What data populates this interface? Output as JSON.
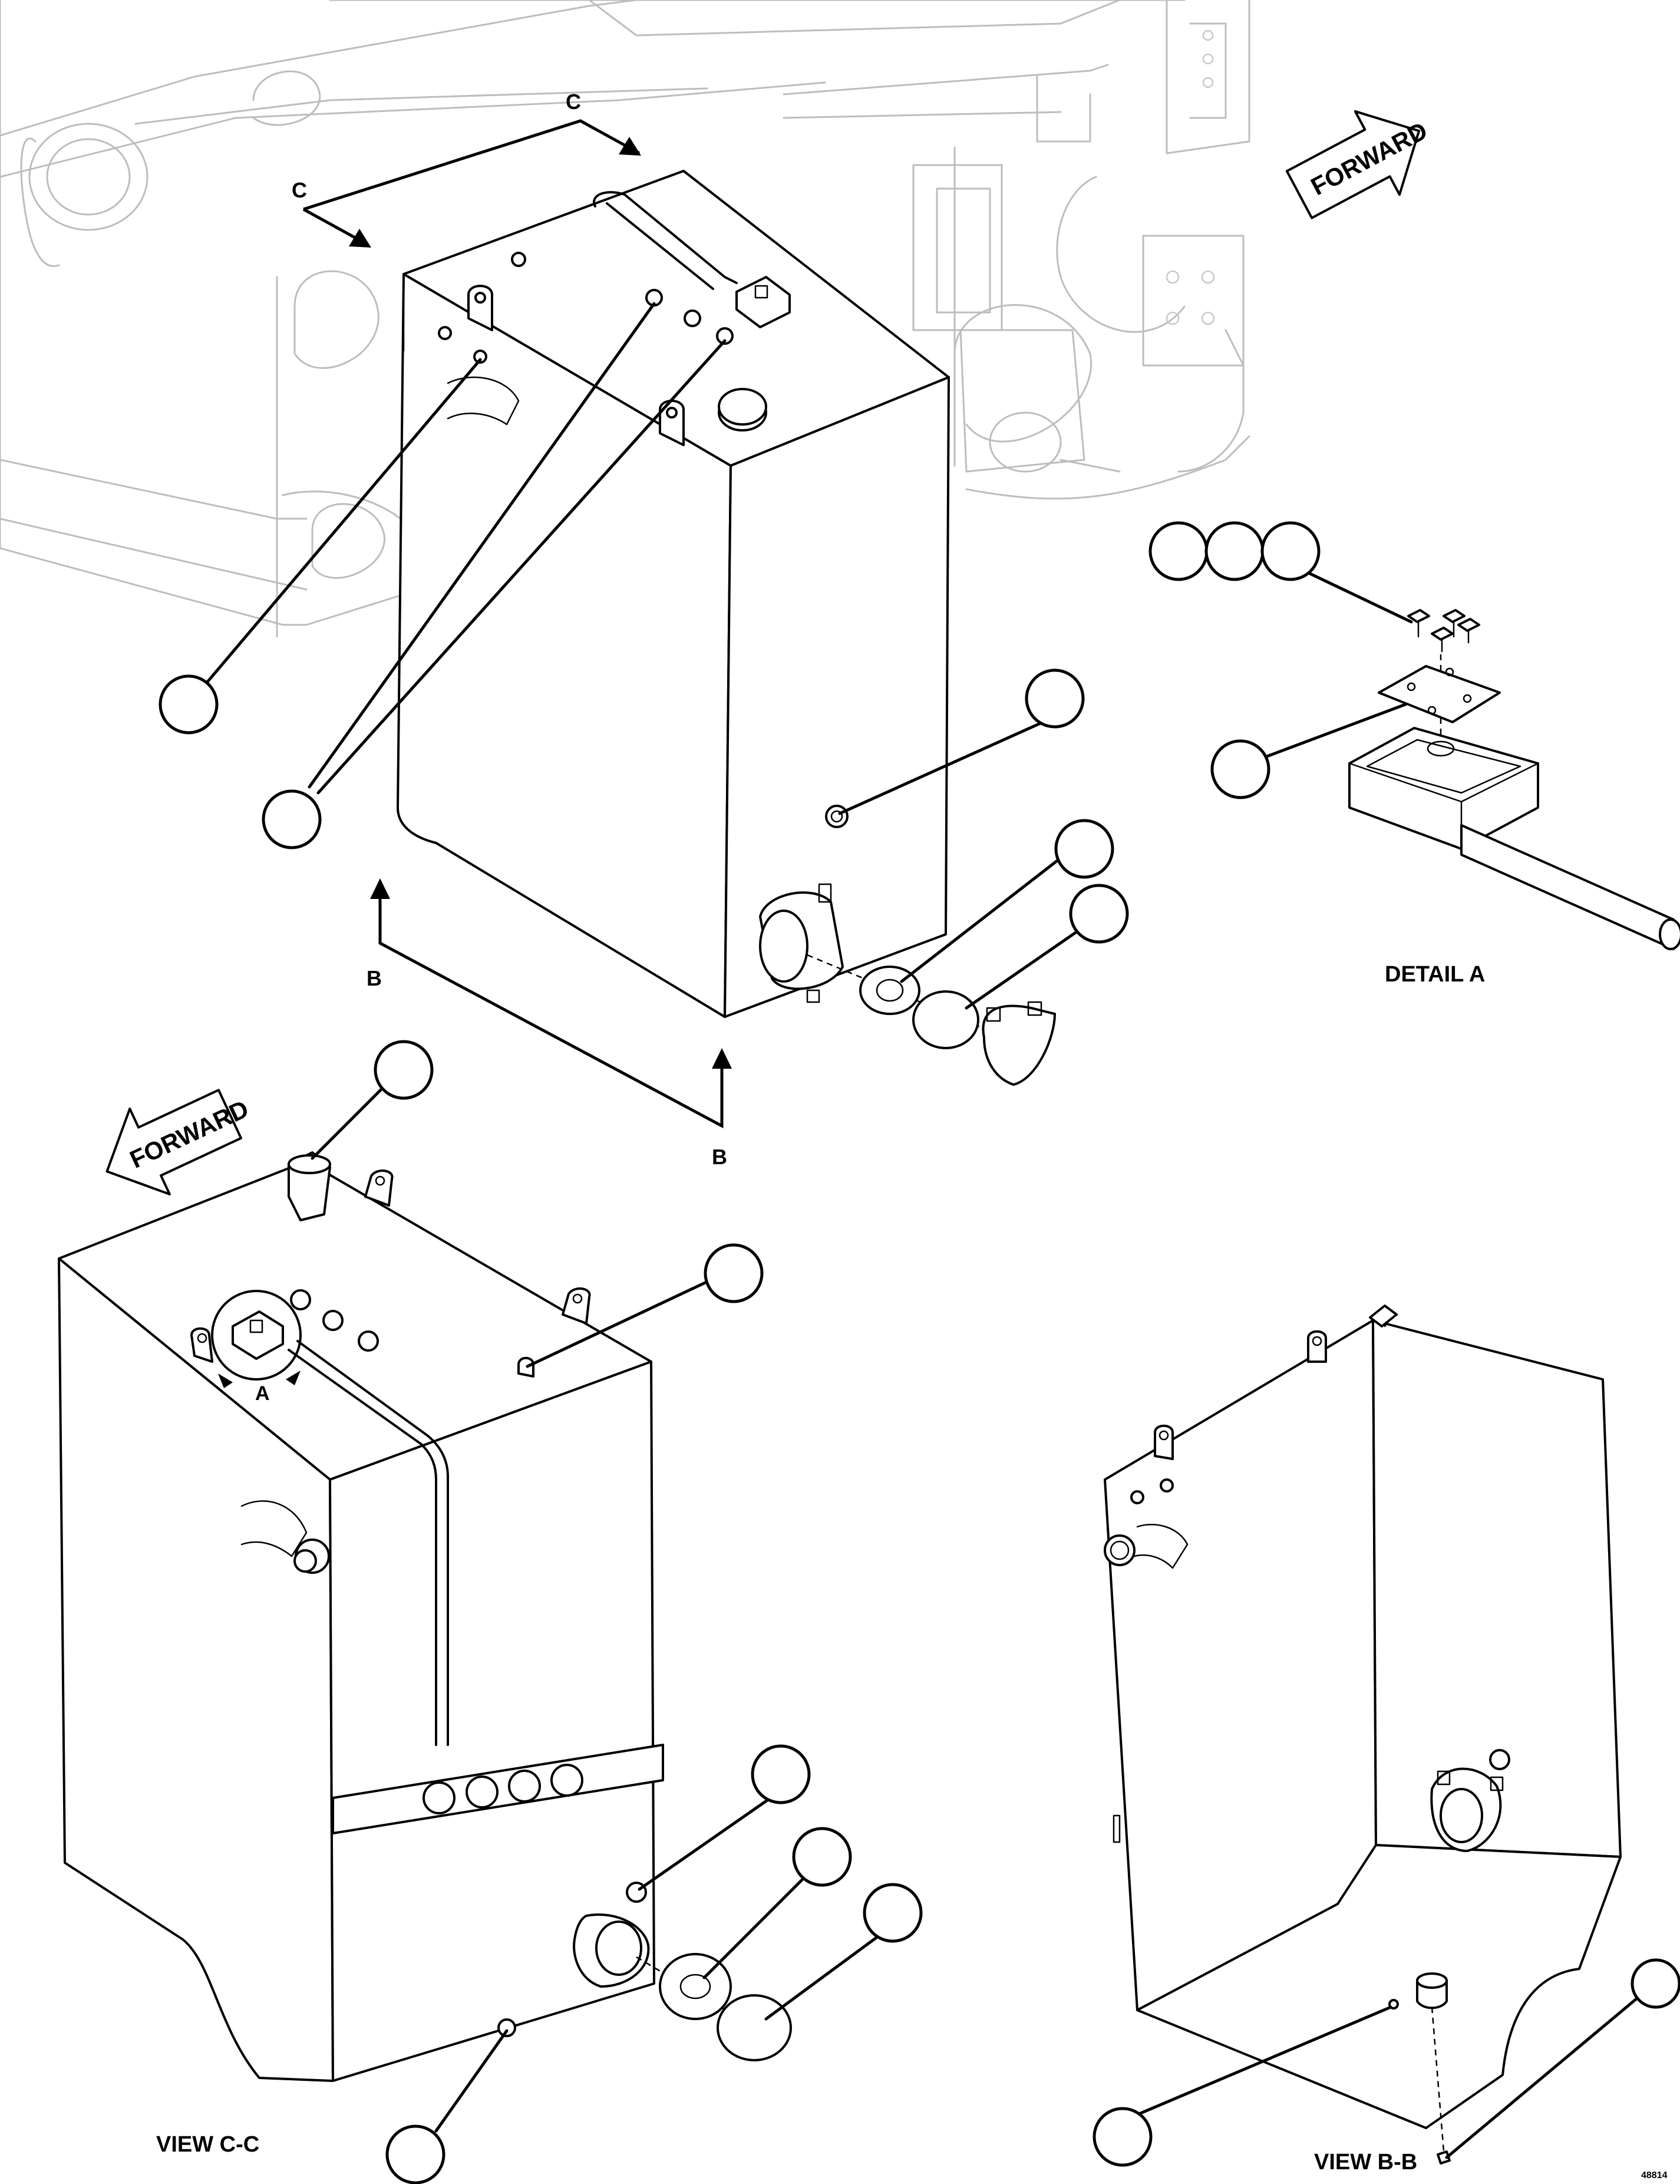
{
  "forward_arrows": [
    "FORWARD",
    "FORWARD"
  ],
  "section_markers": {
    "c_top": "C",
    "c_left": "C",
    "b_left": "B",
    "b_bottom": "B"
  },
  "detail_marker": "A",
  "captions": {
    "detail_a": "DETAIL A",
    "view_c": "VIEW C-C",
    "view_b": "VIEW B-B",
    "drawing_number": "48814"
  },
  "balloon_labels": []
}
